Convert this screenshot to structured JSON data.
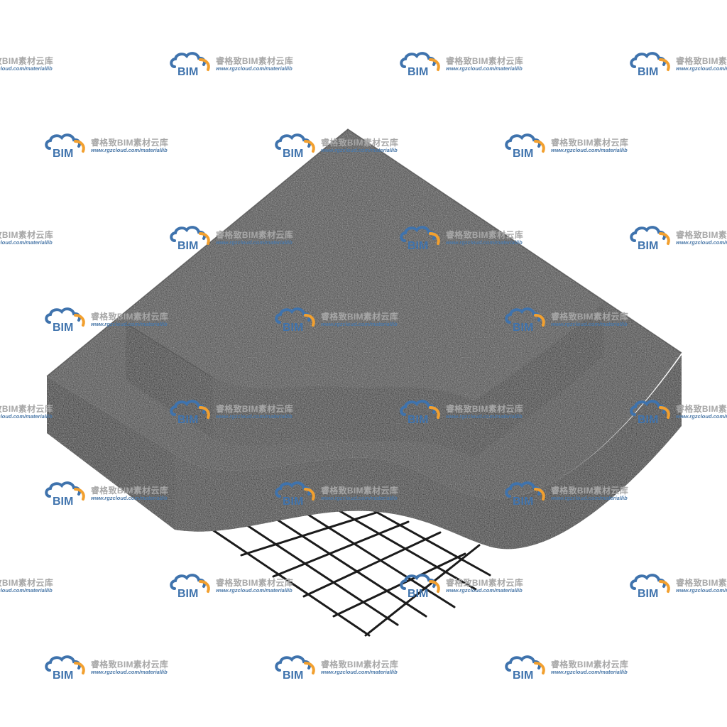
{
  "watermark": {
    "logo_text": "BIM",
    "brand": "睿格致BIM素材云库",
    "url": "www.rgzcloud.com/materiallib",
    "logo_blue": "#3f73ad",
    "logo_orange": "#f2a02f"
  },
  "model": {
    "description_icon": "isometric-layered-membrane-with-rebar-mesh-icon",
    "upper_layer_color": "#3b3b3b",
    "lower_layer_color": "#2a2a2a",
    "mesh_color": "#1a1a1a"
  }
}
